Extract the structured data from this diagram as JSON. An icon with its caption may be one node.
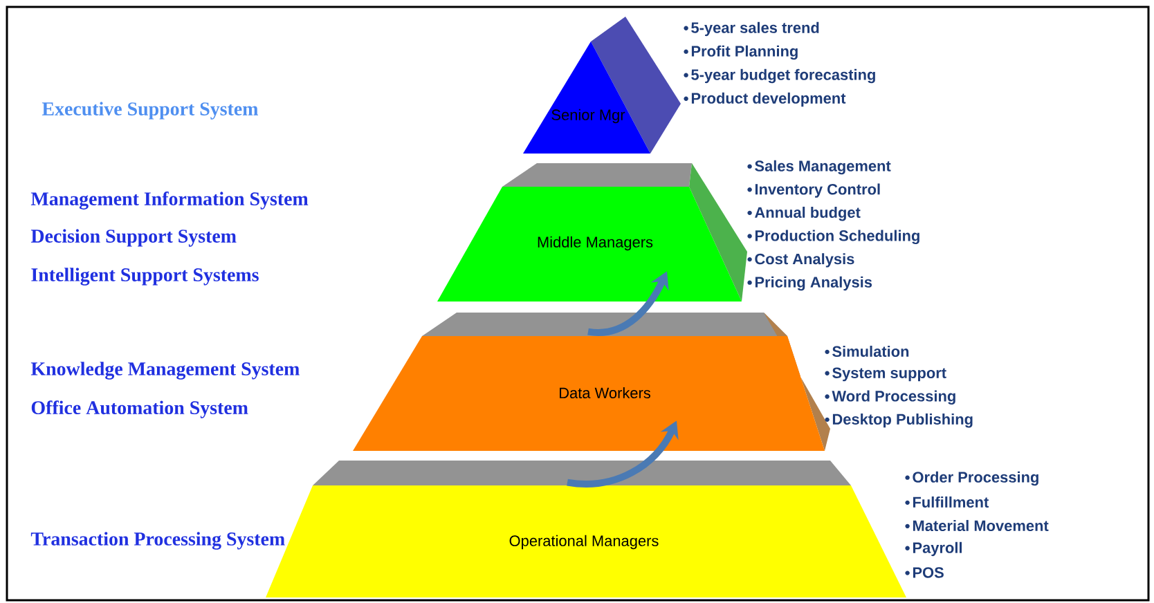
{
  "diagram": {
    "nodes": [
      {
        "text": [
          "Senior Mgr"
        ],
        "beside": [
          "5-year sales trend",
          "Profit Planning",
          "5-year budget forecasting",
          "Product development"
        ]
      },
      {
        "text": [
          "Middle Managers"
        ],
        "beside": [
          "Sales Management",
          "Inventory Control",
          "Annual budget",
          "Production Scheduling",
          "Cost Analysis",
          "Pricing Analysis"
        ]
      },
      {
        "text": [
          "Data Workers"
        ],
        "beside": [
          "Simulation",
          "System support",
          "Word Processing",
          "Desktop Publishing"
        ]
      },
      {
        "text": [
          "Operational Managers"
        ],
        "beside": [
          "Order Processing",
          "Fulfillment",
          "Material Movement",
          "Payroll",
          "POS"
        ]
      }
    ],
    "edges": [
      {
        "from": 3,
        "to": 2,
        "arrow": "to"
      },
      {
        "from": 2,
        "to": 1,
        "arrow": "to"
      }
    ],
    "labels": [
      "Executive Support System",
      "Management Information System",
      "Decision Support System",
      "Intelligent Support Systems",
      "Knowledge Management System",
      "Office Automation System",
      "Transaction Processing System"
    ]
  }
}
